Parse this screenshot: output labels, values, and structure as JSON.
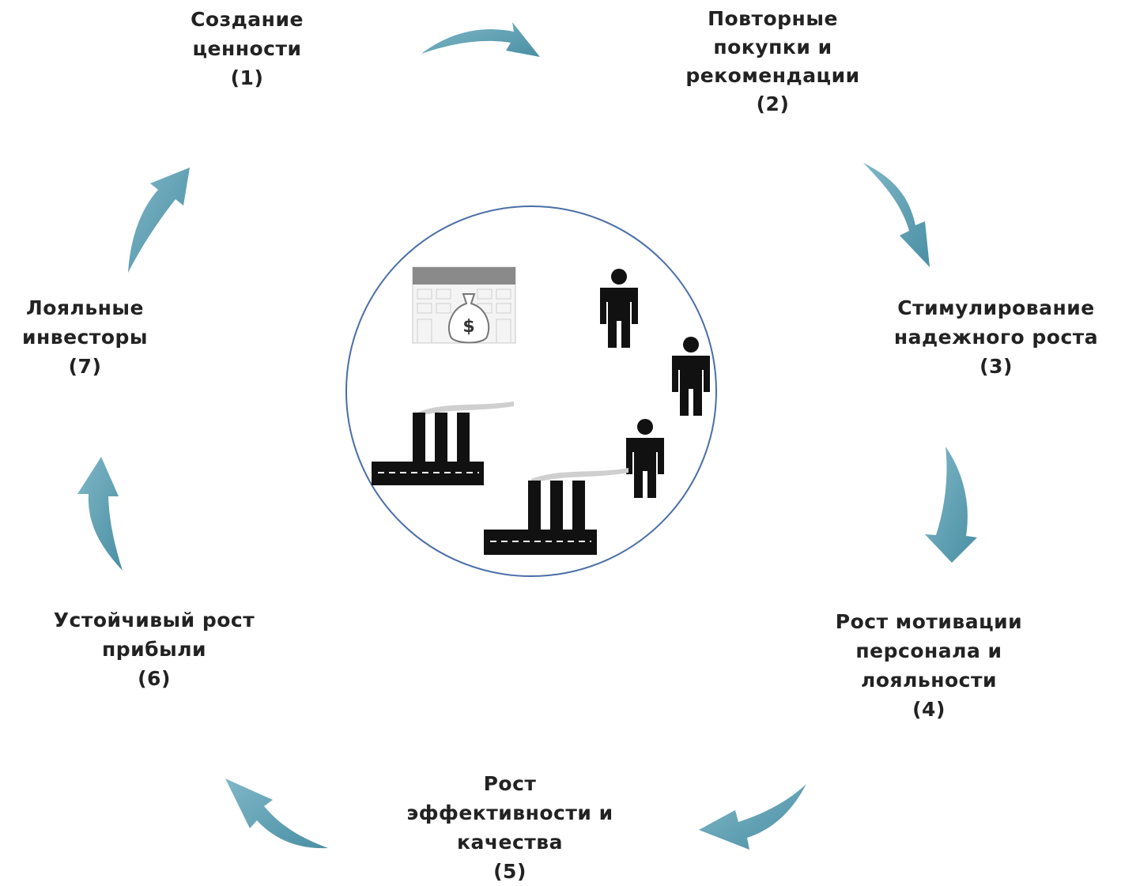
{
  "colors": {
    "arrow": "#5a9fb3",
    "circle": "#4a6ea8",
    "text": "#222222",
    "icon": "#111111",
    "building": "#8a8a8a"
  },
  "icons": [
    "bank-building-icon",
    "money-bag-icon",
    "person-icon",
    "factory-icon"
  ],
  "steps": [
    {
      "lines": [
        "Создание",
        "ценности"
      ],
      "num": "(1)"
    },
    {
      "lines": [
        "Повторные",
        "покупки и",
        "рекомендации"
      ],
      "num": "(2)"
    },
    {
      "lines": [
        "Стимулирование",
        "надежного роста"
      ],
      "num": "(3)"
    },
    {
      "lines": [
        "Рост мотивации",
        "персонала и",
        "лояльности"
      ],
      "num": "(4)"
    },
    {
      "lines": [
        "Рост",
        "эффективности и",
        "качества"
      ],
      "num": "(5)"
    },
    {
      "lines": [
        "Устойчивый рост",
        "прибыли"
      ],
      "num": "(6)"
    },
    {
      "lines": [
        "Лояльные",
        "инвесторы"
      ],
      "num": "(7)"
    }
  ],
  "money_sign": "$"
}
